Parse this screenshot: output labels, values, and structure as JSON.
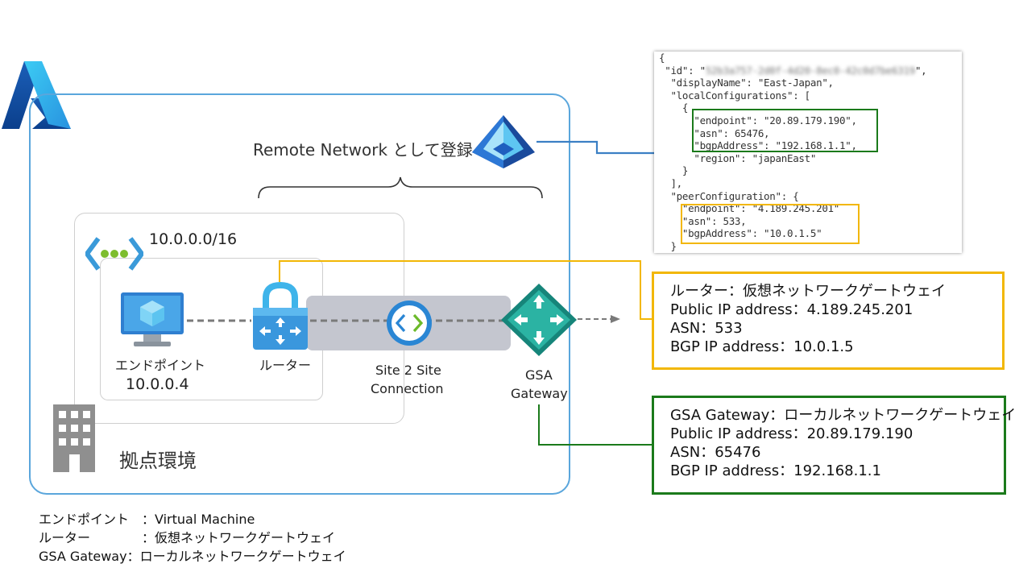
{
  "labels": {
    "remote_network": "Remote Network として登録",
    "vnet_cidr": "10.0.0.0/16",
    "endpoint_name": "エンドポイント",
    "endpoint_ip": "10.0.0.4",
    "router": "ルーター",
    "s2s_line1": "Site 2 Site",
    "s2s_line2": "Connection",
    "gsa_line1": "GSA",
    "gsa_line2": "Gateway",
    "site": "拠点環境"
  },
  "router_info": {
    "title": "ルーター：仮想ネットワークゲートウェイ",
    "public_ip": "Public IP address：4.189.245.201",
    "asn": "ASN：533",
    "bgp": "BGP IP address：10.0.1.5"
  },
  "gsa_info": {
    "title": "GSA Gateway：ローカルネットワークゲートウェイ",
    "public_ip": "Public IP address：20.89.179.190",
    "asn": "ASN：65476",
    "bgp": "BGP IP address：192.168.1.1"
  },
  "json_lines": {
    "l1": "{",
    "l2a": " \"id\": \"",
    "l2b": "52b3a757-2d0f-4d20-8ec0-42c0d7be6319",
    "l2c": "\",",
    "l3": "  \"displayName\": \"East-Japan\",",
    "l4": "  \"localConfigurations\": [",
    "l5": "    {",
    "l6": "      \"endpoint\": \"20.89.179.190\",",
    "l7": "      \"asn\": 65476,",
    "l8": "      \"bgpAddress\": \"192.168.1.1\",",
    "l9": "      \"region\": \"japanEast\"",
    "l10": "    }",
    "l11": "  ],",
    "l12": "  \"peerConfiguration\": {",
    "l13": "    \"endpoint\": \"4.189.245.201\"",
    "l14": "    \"asn\": 533,",
    "l15": "    \"bgpAddress\": \"10.0.1.5\"",
    "l16": "  }"
  },
  "legend": {
    "line1": "エンドポイント　：Virtual Machine",
    "line2": "ルーター　　　　：仮想ネットワークゲートウェイ",
    "line3": "GSA Gateway：ローカルネットワークゲートウェイ"
  },
  "colors": {
    "azure_blue": "#5aa6dc",
    "router_border": "#f2b705",
    "gsa_border": "#1b7a1b",
    "connector_blue": "#3b7fc4",
    "tunnel_gray": "#c4c6cf"
  }
}
